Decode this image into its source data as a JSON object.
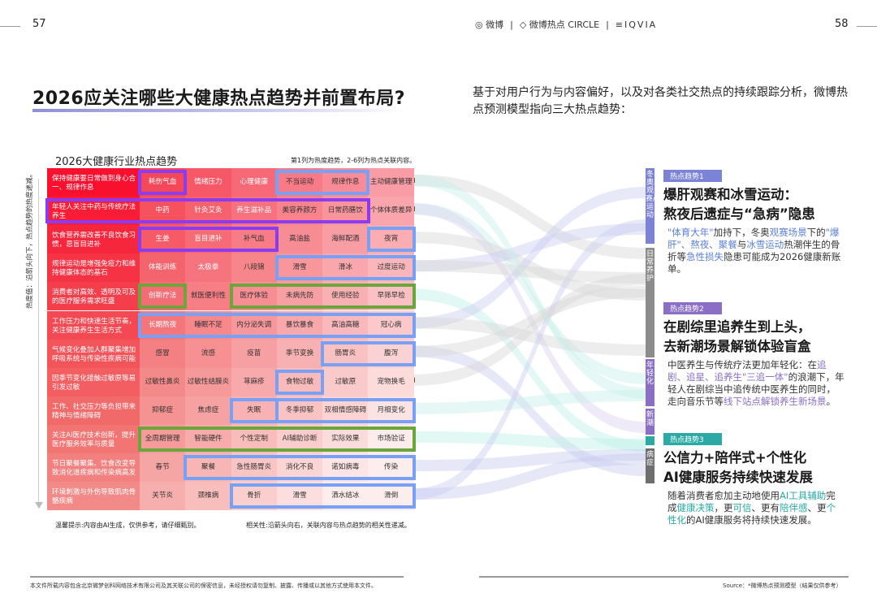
{
  "page_numbers": {
    "left": "57",
    "right": "58"
  },
  "logos": {
    "weibo": "微博",
    "circle": "微博热点 CIRCLE",
    "iqvia": "IQVIA"
  },
  "title": "2026应关注哪些大健康热点趋势并前置布局?",
  "intro": "基于对用户行为与内容偏好，以及对各类社交热点的持续跟踪分析，微博热点预测模型指向三大热点趋势：",
  "table": {
    "title": "2026大健康行业热点趋势",
    "note": "第1列为热度趋势，2-6列为热点关联内容。",
    "axis_label": "热度值：沿箭头向下，热点趋势的热度递减。",
    "rows": [
      {
        "trend": "保持健康要日常做到身心合一、规律作息",
        "items": [
          "耗伤气血",
          "情绪压力",
          "心理健康",
          "不当运动",
          "规律作息",
          "主动健康管理"
        ]
      },
      {
        "trend": "年轻人关注中药与传统疗法养生",
        "items": [
          "中药",
          "针灸艾灸",
          "养生滋补品",
          "美容养颜方",
          "日常药膳饮",
          "个体体质差异"
        ]
      },
      {
        "trend": "饮食营养需改善不良饮食习惯，忌盲目进补",
        "items": [
          "生姜",
          "盲目进补",
          "补气血",
          "高油盐",
          "海鲜配酒",
          "夜宵"
        ]
      },
      {
        "trend": "规律运动是增强免疫力和维持健康体态的基石",
        "items": [
          "体能训练",
          "太极拳",
          "八段锦",
          "滑雪",
          "滑冰",
          "过度运动"
        ]
      },
      {
        "trend": "消费者对高效、透明及可及的医疗服务需求旺盛",
        "items": [
          "创新疗法",
          "就医便利性",
          "医疗体验",
          "未病先防",
          "使用经验",
          "早筛早检"
        ]
      },
      {
        "trend": "工作压力和快速生活节奏，关注健康养生生活方式",
        "items": [
          "长期熬夜",
          "睡眠不足",
          "内分泌失调",
          "暴饮暴食",
          "高油高糖",
          "冠心病"
        ]
      },
      {
        "trend": "气候变化叠加人群聚集增加呼吸系统与传染性疾病可能",
        "items": [
          "感冒",
          "流感",
          "疫苗",
          "季节变换",
          "肠胃炎",
          "腹泻"
        ]
      },
      {
        "trend": "因季节变化接触过敏原等易引发过敏",
        "items": [
          "过敏性鼻炎",
          "过敏性结膜炎",
          "荨麻疹",
          "食物过敏",
          "过敏原",
          "宠物换毛"
        ]
      },
      {
        "trend": "工作、社交压力等负担带来精神与情绪障碍",
        "items": [
          "抑郁症",
          "焦虑症",
          "失眠",
          "冬季抑郁",
          "双相情感障碍",
          "月相变化"
        ]
      },
      {
        "trend": "关注AI医疗技术创新，提升医疗服务效率与质量",
        "items": [
          "全周期管理",
          "智能硬件",
          "个性定制",
          "AI辅助诊断",
          "实际效果",
          "市场验证"
        ]
      },
      {
        "trend": "节日聚餐聚集、饮食改变导致消化道疾病和传染病高发",
        "items": [
          "春节",
          "聚餐",
          "急性肠胃炎",
          "消化不良",
          "诺如病毒",
          "传染"
        ]
      },
      {
        "trend": "环境刺激与外伤导致肌肉骨骼疾病",
        "items": [
          "关节炎",
          "颈椎病",
          "骨折",
          "滑雪",
          "洒水结冰",
          "滑倒"
        ]
      }
    ],
    "footnote_left": "温馨提示:内容由AI生成，仅供参考，请仔细甄别。",
    "footnote_right": "相关性:沿箭头向右，关联内容与热点趋势的相关性递减。"
  },
  "categories": [
    {
      "label": "冬奥观赛/运动",
      "color": "#7b83d6"
    },
    {
      "label": "日常养护",
      "color": "#8c8c8c"
    },
    {
      "label": "年轻化",
      "color": "#8a6fc4"
    },
    {
      "label": "新潮",
      "color": "#8a6fc4"
    },
    {
      "label": "",
      "color": "#2aa9a5"
    },
    {
      "label": "病症",
      "color": "#6e6e6e"
    }
  ],
  "trends": [
    {
      "badge": "热点趋势1",
      "badge_color": "#7b83d6",
      "headline": [
        "爆肝观赛和冰雪运动：",
        "熬夜后遗症与“急病”隐患"
      ],
      "desc": [
        {
          "t": "\"体育大年\"",
          "h": 1
        },
        {
          "t": "加持下，冬奥"
        },
        {
          "t": "观赛场景",
          "h": 1
        },
        {
          "t": "下的"
        },
        {
          "t": "\"爆肝\"、熬夜、聚餐",
          "h": 1
        },
        {
          "t": "与"
        },
        {
          "t": "冰雪运动",
          "h": 1
        },
        {
          "t": "热潮伴生的骨折等"
        },
        {
          "t": "急性损失",
          "h": 1
        },
        {
          "t": "隐患可能成为2026健康新账单。"
        }
      ]
    },
    {
      "badge": "热点趋势2",
      "badge_color": "#8a6fc4",
      "headline": [
        "在剧综里追养生到上头，",
        "去新潮场景解锁体验盲盒"
      ],
      "desc": [
        {
          "t": "中医养生与传统疗法更加年轻化：在"
        },
        {
          "t": "追剧、追星、追养生\"三追一体\"",
          "h": 1
        },
        {
          "t": "的浪潮下，年轻人在剧综当中追传统中医养生的同时，走向音乐节等"
        },
        {
          "t": "线下站点解锁养生新场景",
          "h": 1
        },
        {
          "t": "。"
        }
      ]
    },
    {
      "badge": "热点趋势3",
      "badge_color": "#2aa9a5",
      "headline": [
        "公信力+陪伴式+个性化",
        "AI健康服务持续快速发展"
      ],
      "desc": [
        {
          "t": "随着消费者愈加主动地使用"
        },
        {
          "t": "AI工具辅助",
          "h": 1
        },
        {
          "t": "完成"
        },
        {
          "t": "健康决策",
          "h": 1
        },
        {
          "t": "，更"
        },
        {
          "t": "可信",
          "h": 1
        },
        {
          "t": "、更有"
        },
        {
          "t": "陪伴感",
          "h": 1
        },
        {
          "t": "、更"
        },
        {
          "t": "个性化",
          "h": 1
        },
        {
          "t": "的AI健康服务将持续快速发展。"
        }
      ]
    }
  ],
  "footer": {
    "disclaimer": "本文件所载内容包含北京微梦创科网络技术有限公司及其关联公司的保密信息，未经授权请勿复制、披露、传播或以其他方式使用本文件。",
    "source": "Source：*微博热点预测模型（结果仅供参考）"
  }
}
